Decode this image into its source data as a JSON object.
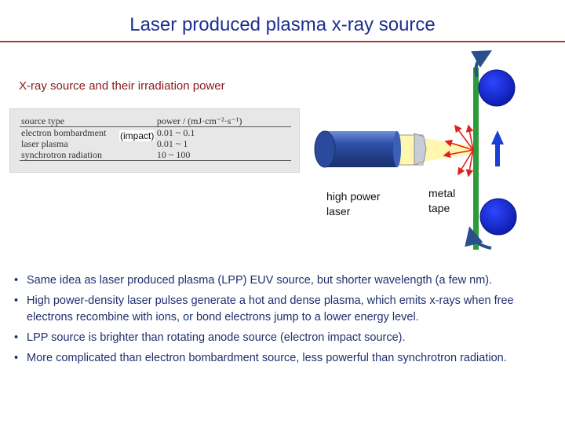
{
  "slide": {
    "title": "Laser produced plasma x-ray source",
    "subtitle": "X-ray source and their irradiation power"
  },
  "table": {
    "header": {
      "source": "source type",
      "power": "power / (mJ·cm⁻²·s⁻¹)"
    },
    "rows": [
      {
        "source": "electron bombardment",
        "power": "0.01 ~  0.1"
      },
      {
        "source": "laser plasma",
        "power": "0.01 ~  1"
      },
      {
        "source": "synchrotron radiation",
        "power": "10 ~ 100"
      }
    ],
    "annotation": "(impact)"
  },
  "diagram": {
    "laser_label_line1": "high power",
    "laser_label_line2": "laser",
    "tape_label_line1": "metal",
    "tape_label_line2": "tape",
    "colors": {
      "laser_body": "#2e4fa8",
      "beam": "#fff6b0",
      "tape": "#2e9b3a",
      "reel": "#1a2fd6",
      "xray_arrows": "#e02020",
      "rotation_arrows": "#2a4f8a"
    }
  },
  "bullets": [
    "Same idea as laser produced plasma (LPP) EUV source, but shorter wavelength (a few nm).",
    "High power-density laser pulses generate a hot and dense plasma, which emits x-rays when free electrons recombine with ions, or bond electrons jump to a lower energy level.",
    "LPP source is brighter than rotating anode source (electron impact source).",
    "More complicated than electron bombardment source, less powerful than synchrotron radiation."
  ]
}
